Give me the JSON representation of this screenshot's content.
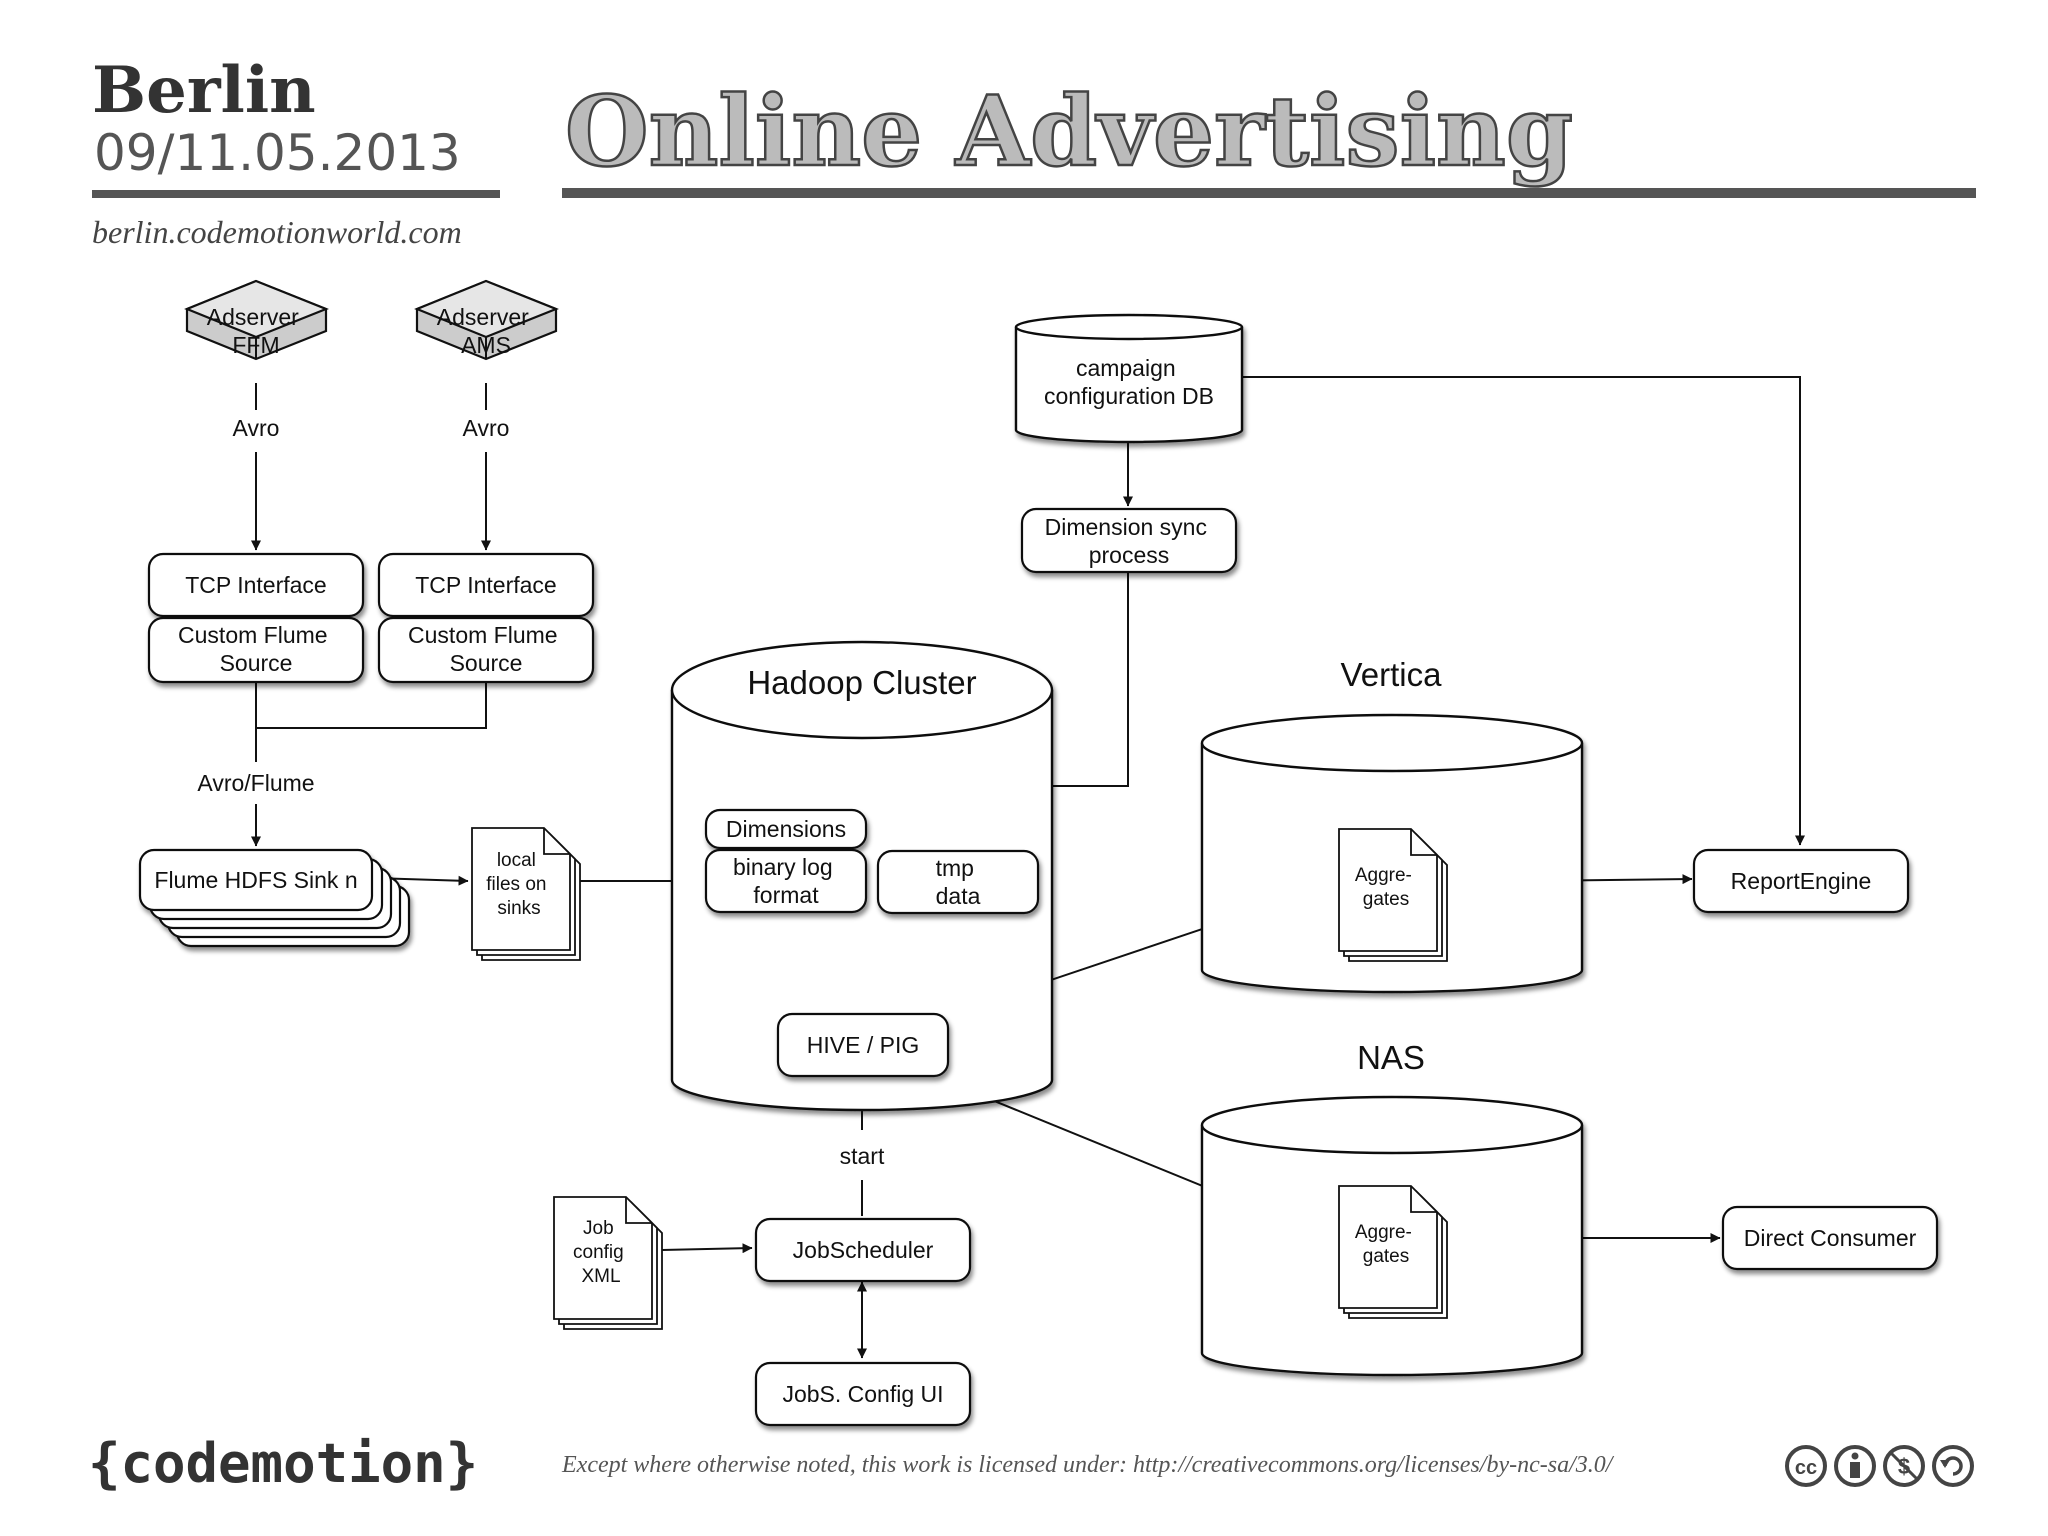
{
  "header": {
    "city": "Berlin",
    "date": "09/11.05.2013",
    "website": "berlin.codemotionworld.com",
    "title": "Online Advertising"
  },
  "nodes": {
    "adserver_ffm": [
      "Adserver",
      "FFM"
    ],
    "adserver_ams": [
      "Adserver",
      "AMS"
    ],
    "tcp_1": "TCP Interface",
    "tcp_2": "TCP Interface",
    "flume_src_1": [
      "Custom Flume",
      "Source"
    ],
    "flume_src_2": [
      "Custom Flume",
      "Source"
    ],
    "flume_hdfs": "Flume HDFS Sink n",
    "local_files": [
      "local",
      "files on",
      "sinks"
    ],
    "campaign_db": [
      "campaign",
      "configuration DB"
    ],
    "dimension_sync": [
      "Dimension sync",
      "process"
    ],
    "hadoop": "Hadoop Cluster",
    "dimensions": "Dimensions",
    "binary_log": [
      "binary log",
      "format"
    ],
    "tmp_data": [
      "tmp",
      "data"
    ],
    "hive_pig": "HIVE / PIG",
    "vertica": "Vertica",
    "nas": "NAS",
    "aggregates_vertica": [
      "Aggre-",
      "gates"
    ],
    "aggregates_nas": [
      "Aggre-",
      "gates"
    ],
    "report_engine": "ReportEngine",
    "direct_consumer": "Direct Consumer",
    "job_config": [
      "Job",
      "config",
      "XML"
    ],
    "job_scheduler": "JobScheduler",
    "jobs_config_ui": "JobS. Config UI"
  },
  "edge_labels": {
    "avro_1": "Avro",
    "avro_2": "Avro",
    "avro_flume": "Avro/Flume",
    "start": "start"
  },
  "footer": {
    "logo": "{codemotion}",
    "license": "Except where otherwise noted, this work is licensed under: http://creativecommons.org/licenses/by-nc-sa/3.0/",
    "cc_icons": [
      "cc-icon",
      "by-icon",
      "nc-icon",
      "sa-icon"
    ]
  }
}
